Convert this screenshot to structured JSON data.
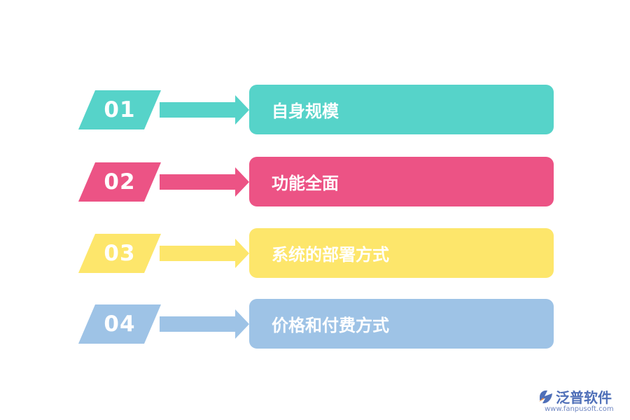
{
  "items": [
    {
      "number": "01",
      "label": "自身规模",
      "color": "#56d3c9"
    },
    {
      "number": "02",
      "label": "功能全面",
      "color": "#ec5385"
    },
    {
      "number": "03",
      "label": "系统的部署方式",
      "color": "#fde66b"
    },
    {
      "number": "04",
      "label": "价格和付费方式",
      "color": "#9ec3e6"
    }
  ],
  "logo": {
    "name": "泛普软件",
    "url": "www.fanpusoft.com",
    "color": "#4f6fb8"
  }
}
